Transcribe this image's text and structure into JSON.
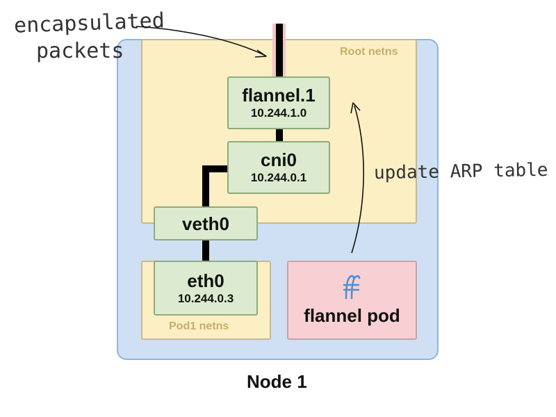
{
  "node": {
    "title": "Node 1",
    "root_netns_label": "Root netns",
    "pod_netns_label": "Pod1 netns"
  },
  "interfaces": {
    "flannel1": {
      "name": "flannel.1",
      "ip": "10.244.1.0"
    },
    "cni0": {
      "name": "cni0",
      "ip": "10.244.0.1"
    },
    "veth0": {
      "name": "veth0"
    },
    "eth0": {
      "name": "eth0",
      "ip": "10.244.0.3"
    }
  },
  "flannel_pod": {
    "label": "flannel pod",
    "icon": "flannel-logo-icon"
  },
  "annotations": {
    "encapsulated": "encapsulated",
    "packets": "packets",
    "update_arp": "update ARP table"
  },
  "colors": {
    "node_bg": "#cfe0f4",
    "netns_bg": "#fcefc4",
    "iface_bg": "#dcebcf",
    "flannel_pod_bg": "#f8d0d3",
    "wire": "#000000",
    "encapsulation": "#f4c6c6",
    "flannel_logo": "#4a90d9"
  }
}
